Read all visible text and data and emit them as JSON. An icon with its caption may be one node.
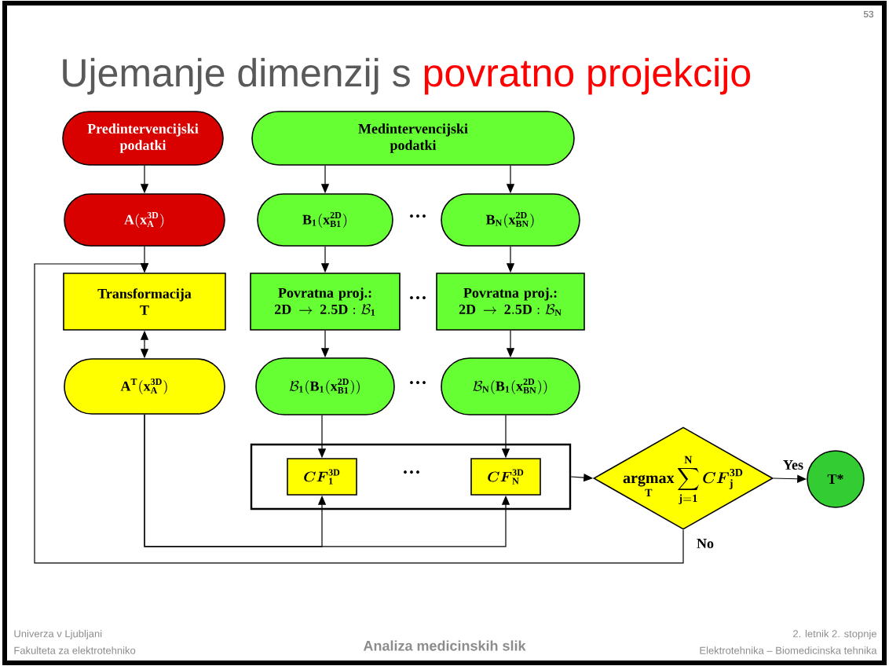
{
  "diagram": {
    "title": "Ujemanje dimenzij s",
    "nodes": [
      {
        "text": [
          "Predintervencijski podatki"
        ]
      },
      {
        "text": [
          "Medintervencijski podatki"
        ]
      },
      {
        "text": [
          "\\mathbf{A(x_{A}^{3D})}"
        ]
      },
      {
        "text": [
          "\\mathbf{B_{1}(x_{B1}^{2D})}"
        ]
      },
      {
        "text": [
          "\\mathbf{B_{N}(x_{BN}^{2D})}"
        ]
      },
      {
        "text": [
          "Transformacija T"
        ]
      },
      {
        "text": [
          "Povratna proj.:",
          "\\mathbf{2D}\\rightarrow\\mathbf{2.5D:}\\ \\mathcal{B}_{\\mathbf{1}}"
        ]
      },
      {
        "text": [
          "Povratna proj.:",
          "\\mathbf{2D}\\rightarrow\\mathbf{2.5D:}\\ \\mathcal{B}_{\\mathbf{N}}"
        ]
      },
      {
        "text": [
          "\\mathbf{A^{T}(x_{A}^{3D})}"
        ]
      },
      {
        "text": [
          "\\mathcal{B}_{\\mathbf{1}}\\mathbf{(B_{1}(x_{B1}^{2D}))}"
        ]
      },
      {
        "text": [
          "\\mathcal{B}_{\\mathbf{N}}\\mathbf{(B_{1}(x_{BN}^{2D}))}"
        ]
      },
      {
        "text": [],
        "shape": "box"
      },
      {
        "text": [
          "\\boldsymbol{CF}_{\\mathbf{1}}^{\\mathbf{3D}}"
        ],
        "in": 11
      },
      {
        "text": [
          "\\boldsymbol{CF}_{\\mathbf{N}}^{\\mathbf{3D}}"
        ],
        "in": 11
      },
      {
        "text": [
          "\\mathop{\\mathbf{argmax}}\\limits_{\\mathbf{T}}\\sum\\limits_{\\mathbf{j=1}}^{\\mathbf{N}}\\boldsymbol{CF}_{\\mathbf{j}}^{\\mathbf{3D}}"
        ]
      },
      {
        "text": [
          "T*"
        ]
      }
    ],
    "edges": [
      {
        "from": 0,
        "to": 2,
        "arrow": "to"
      },
      {
        "from": 1,
        "to": 3,
        "arrow": "to"
      },
      {
        "from": 1,
        "to": 4,
        "arrow": "to"
      },
      {
        "from": 2,
        "to": 5,
        "arrow": "to"
      },
      {
        "from": 5,
        "to": 8,
        "arrow": "both"
      },
      {
        "from": 3,
        "to": 6,
        "arrow": "to"
      },
      {
        "from": 4,
        "to": 7,
        "arrow": "to"
      },
      {
        "from": 6,
        "to": 9,
        "arrow": "to"
      },
      {
        "from": 7,
        "to": 10,
        "arrow": "to"
      },
      {
        "from": 9,
        "to": 12,
        "arrow": "to"
      },
      {
        "from": 10,
        "to": 13,
        "arrow": "to"
      },
      {
        "from": 8,
        "to": 12,
        "arrow": "to"
      },
      {
        "from": 8,
        "to": 13,
        "arrow": "to"
      },
      {
        "from": 11,
        "to": 14,
        "arrow": "to"
      },
      {
        "from": 14,
        "to": 15,
        "arrow": "to",
        "label": "Yes"
      },
      {
        "from": 14,
        "to": 5,
        "arrow": "to",
        "label": "No"
      }
    ],
    "labels": [
      "53",
      "povratno projekcijo",
      "···",
      "···",
      "···",
      "···",
      "Univerza v Ljubljani",
      "Fakulteta za elektrotehniko",
      "Analiza medicinskih slik",
      "2. letnik 2. stopnje",
      "Elektrotehnika – Biomedicinska tehnika"
    ]
  }
}
